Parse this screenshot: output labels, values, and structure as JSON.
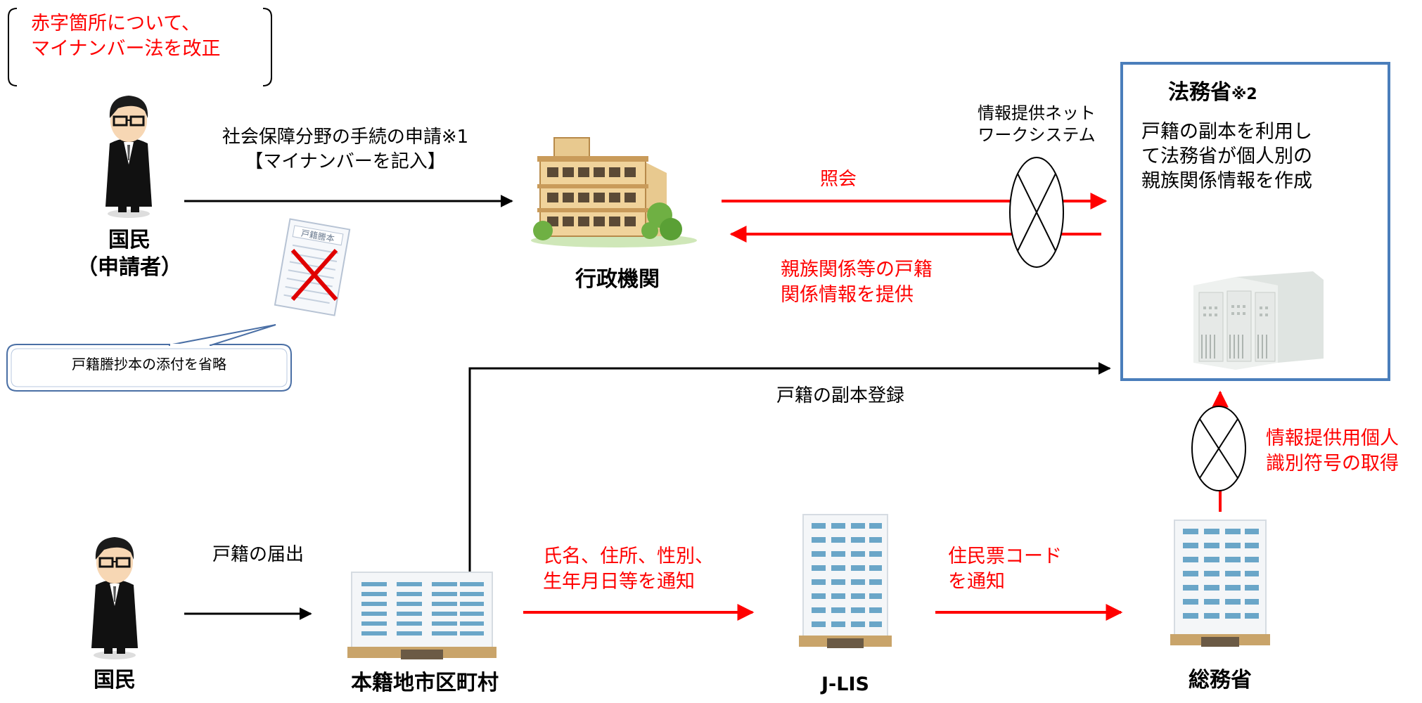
{
  "note_bracket": {
    "lines": [
      "赤字箇所について、",
      "マイナンバー法を改正"
    ]
  },
  "applicant_label": [
    "国民",
    "（申請者）"
  ],
  "application_arrow_label": [
    "社会保障分野の手続の申請※1",
    "【マイナンバーを記入】"
  ],
  "admin_agency_label": "行政機関",
  "network_label": [
    "情報提供ネット",
    "ワークシステム"
  ],
  "inquiry_label": "照会",
  "provide_label": [
    "親族関係等の戸籍",
    "関係情報を提供"
  ],
  "moj_box": {
    "title": "法務省",
    "title_note": "※2",
    "description": [
      "戸籍の副本を利用し",
      "て法務省が個人別の",
      "親族関係情報を作成"
    ]
  },
  "speech_bubble": "戸籍謄抄本の添付を省略",
  "document_title": "戸籍謄本",
  "register_label": "戸籍の副本登録",
  "ident_label": [
    "情報提供用個人",
    "識別符号の取得"
  ],
  "citizen_label": "国民",
  "notify_family_label": "戸籍の届出",
  "municipality_label": "本籍地市区町村",
  "notify_info_label": [
    "氏名、住所、性別、",
    "生年月日等を通知"
  ],
  "jlis_label": "J-LIS",
  "notify_code_label": [
    "住民票コード",
    "を通知"
  ],
  "mic_label": "総務省",
  "colors": {
    "red": "#ff0000",
    "box_border": "#4a7ebb",
    "line": "#000000"
  }
}
